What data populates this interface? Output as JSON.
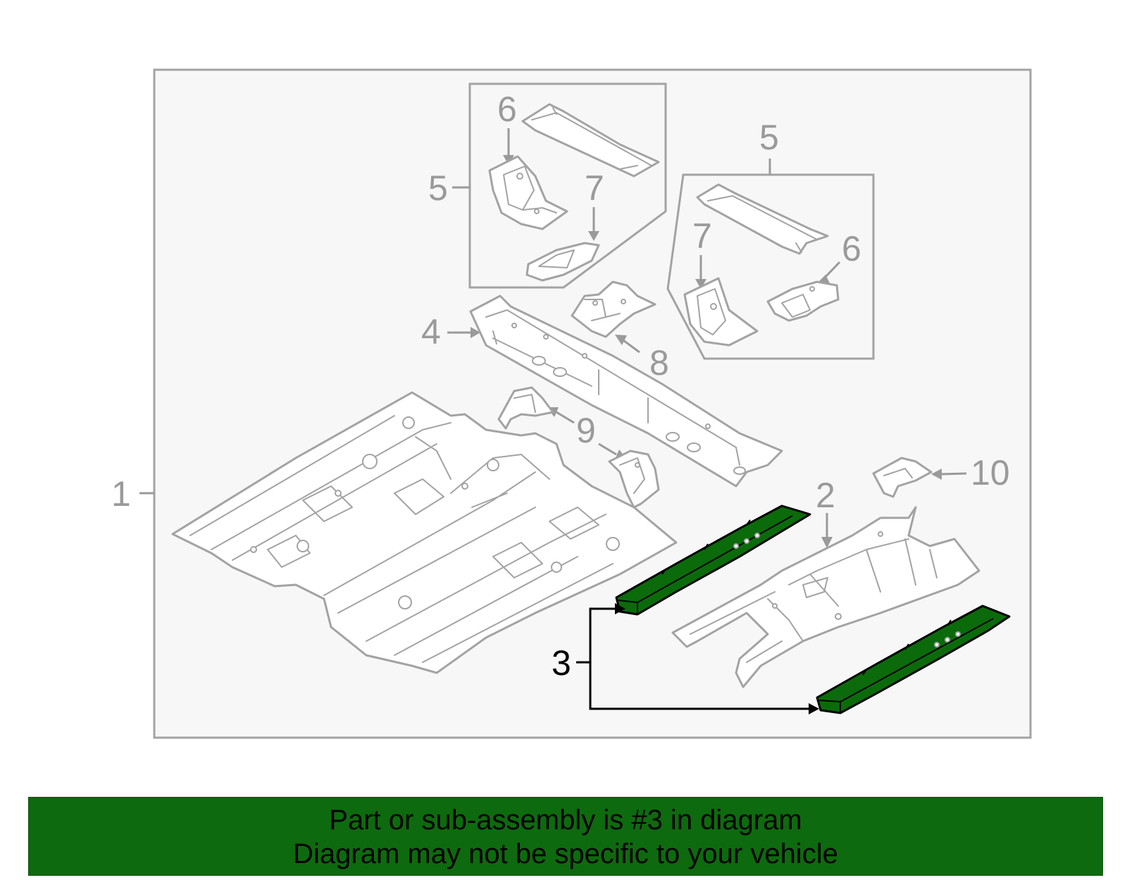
{
  "callouts": {
    "c1": "1",
    "c2": "2",
    "c3": "3",
    "c4": "4",
    "c5a": "5",
    "c5b": "5",
    "c6a": "6",
    "c6b": "6",
    "c7a": "7",
    "c7b": "7",
    "c8": "8",
    "c9": "9",
    "c10": "10"
  },
  "highlighted_part": "3",
  "colors": {
    "highlight_fill": "#0b6b0b",
    "banner_bg": "#0e6a0e",
    "line_gray": "#a3a3a3",
    "panel_bg": "#f7f7f7"
  },
  "banner": {
    "line1": "Part or sub-assembly is #3 in diagram",
    "line2": "Diagram may not be specific to your vehicle"
  }
}
